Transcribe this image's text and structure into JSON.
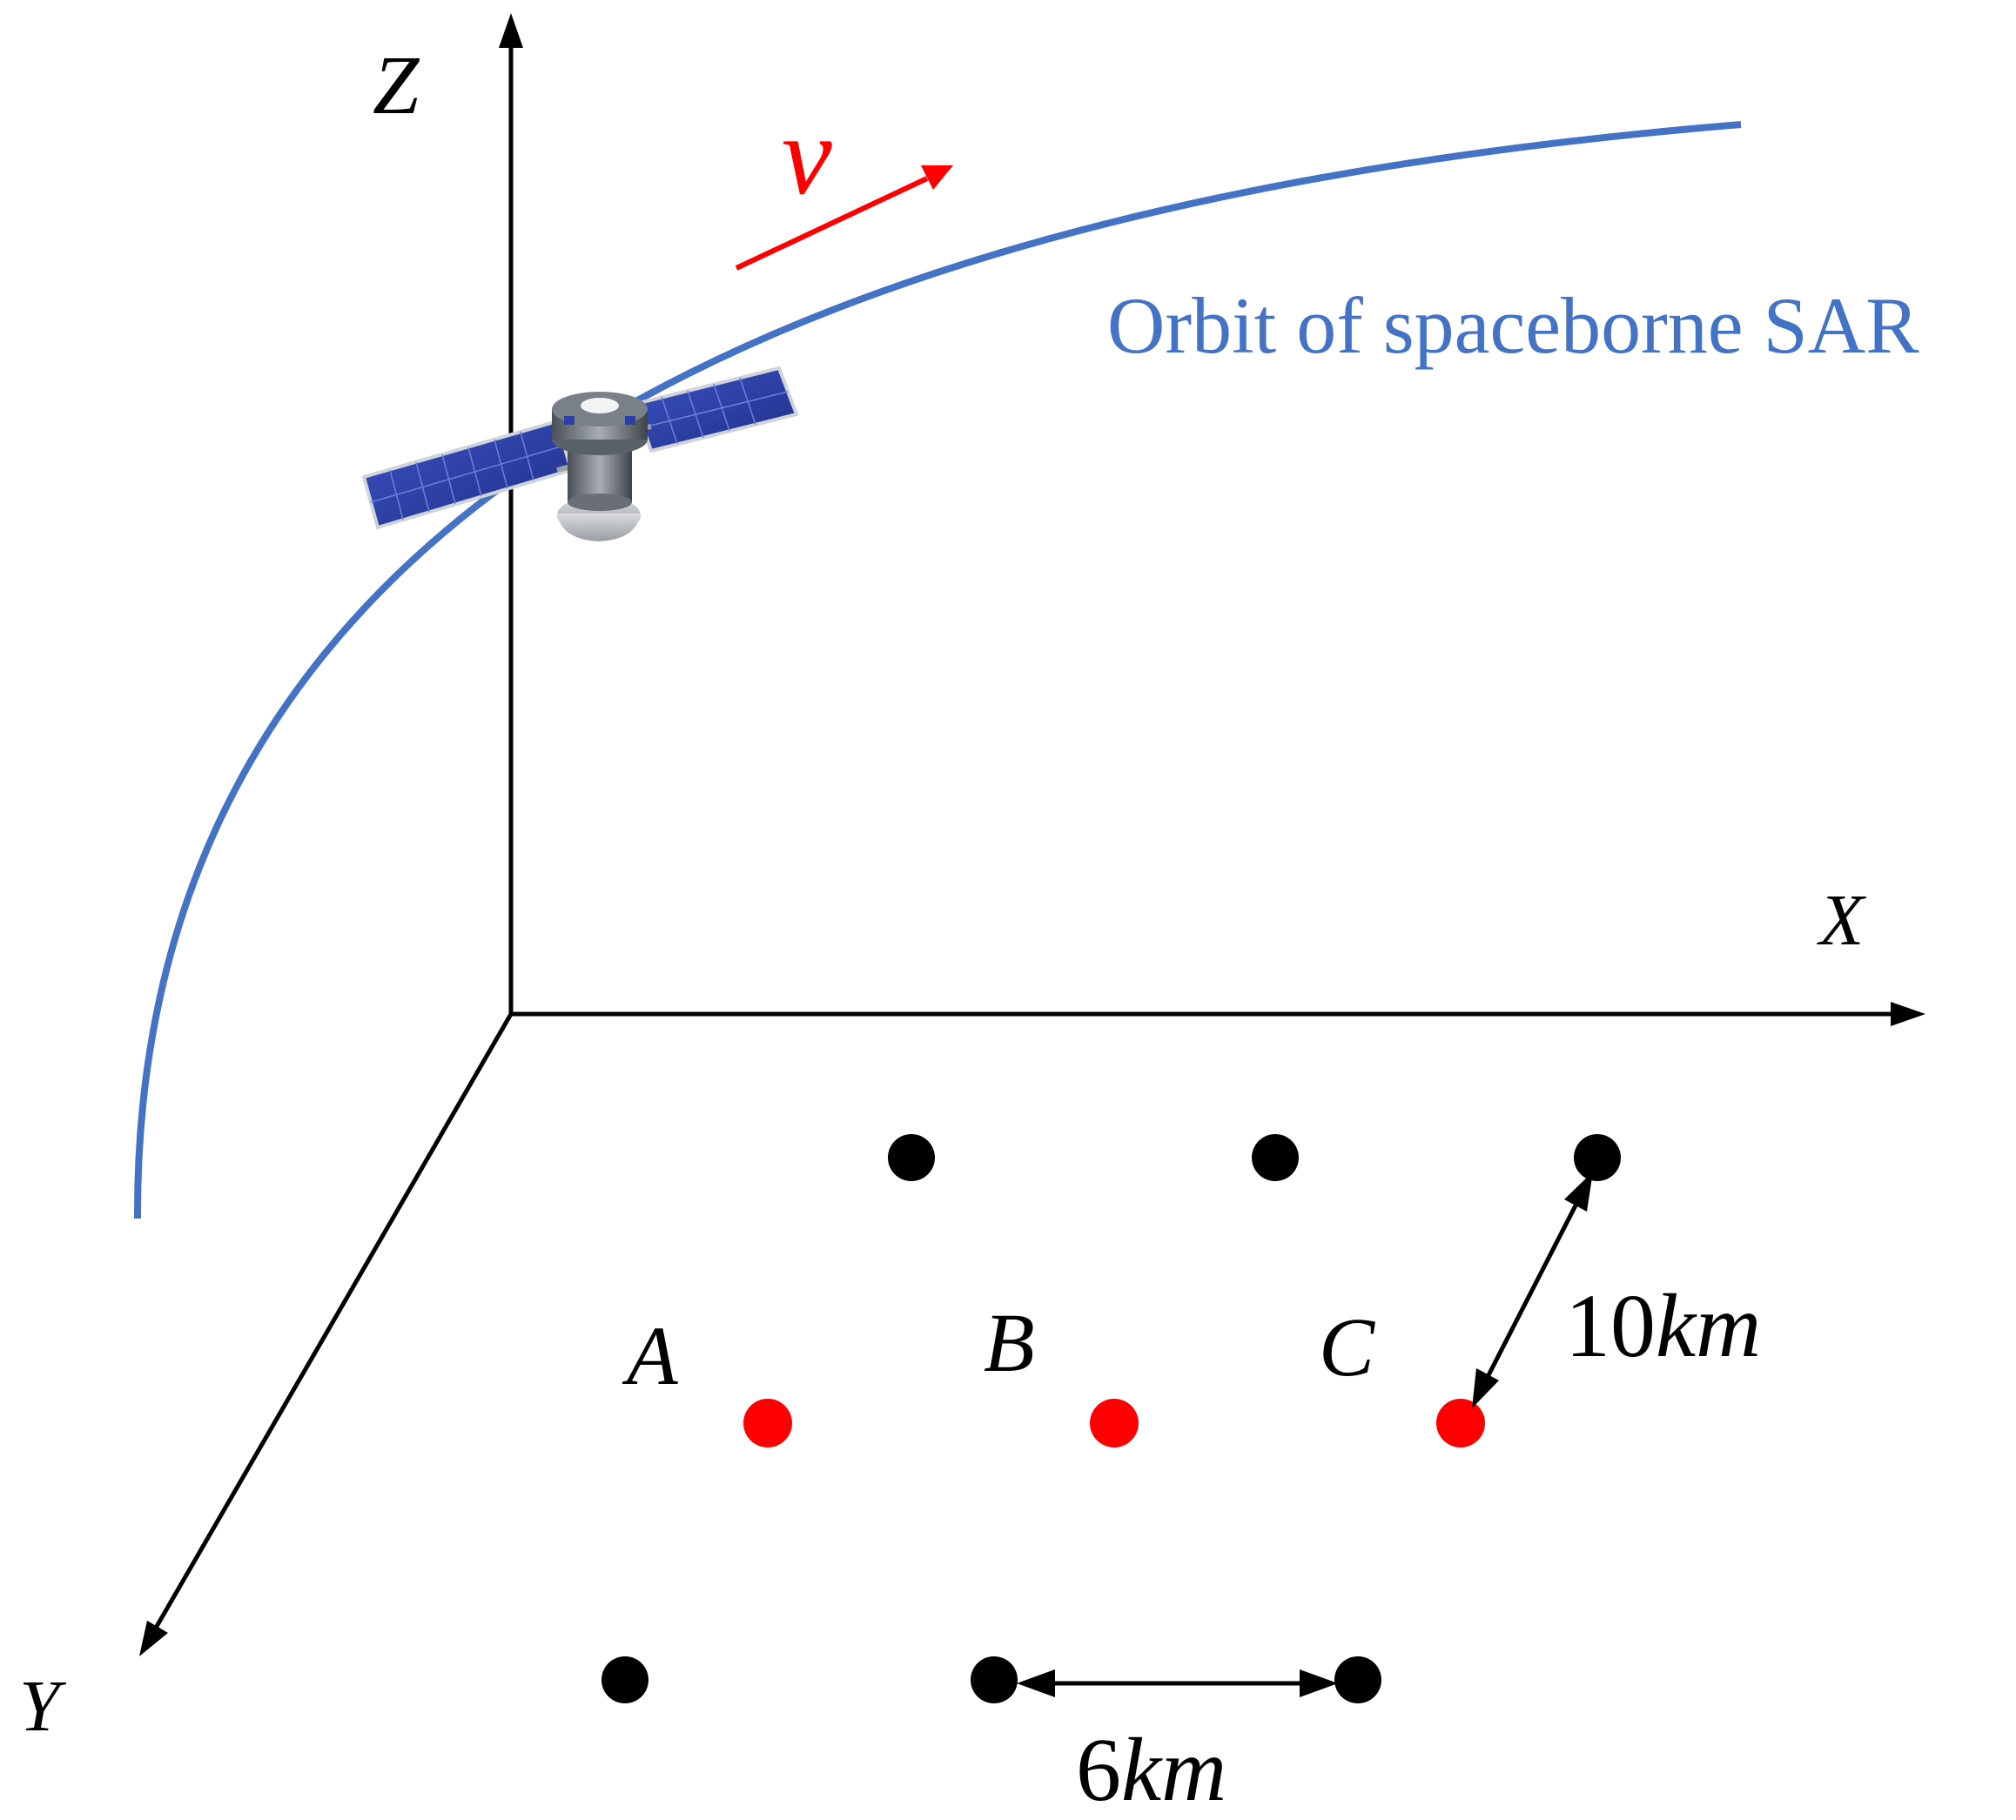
{
  "axes": {
    "x_label": "X",
    "y_label": "Y",
    "z_label": "Z"
  },
  "velocity": {
    "label": "v"
  },
  "orbit": {
    "label": "Orbit of spaceborne SAR"
  },
  "targets": {
    "labels": [
      "A",
      "B",
      "C"
    ]
  },
  "spacing": {
    "vertical_label_num": "10",
    "vertical_label_unit": "km",
    "horizontal_label_num": "6",
    "horizontal_label_unit": "km"
  },
  "colors": {
    "axis": "#000000",
    "orbit": "#4472c4",
    "velocity": "#ff0000",
    "target_red": "#ff0000",
    "target_black": "#000000",
    "panel": "#2b3fa8"
  },
  "icons": [
    "satellite-icon"
  ]
}
